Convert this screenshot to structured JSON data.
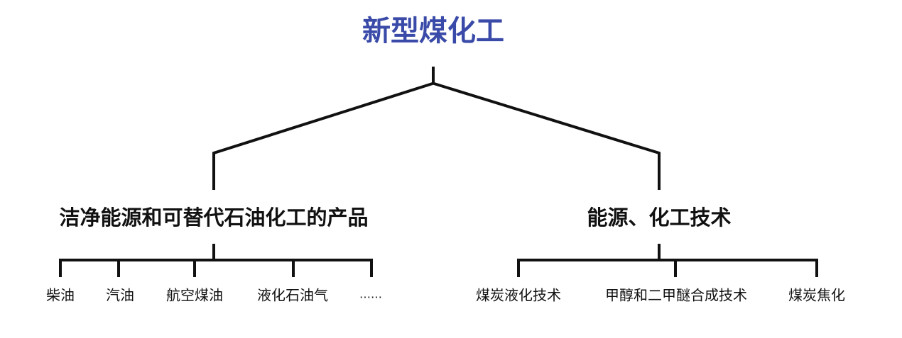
{
  "title": "新型煤化工",
  "colors": {
    "title": "#3a4aa8",
    "lines": "#111111"
  },
  "branches": [
    {
      "label": "洁净能源和可替代石油化工的产品",
      "children": [
        "柴油",
        "汽油",
        "航空煤油",
        "液化石油气",
        "……"
      ]
    },
    {
      "label": "能源、化工技术",
      "children": [
        "煤炭液化技术",
        "甲醇和二甲醚合成技术",
        "煤炭焦化"
      ]
    }
  ]
}
